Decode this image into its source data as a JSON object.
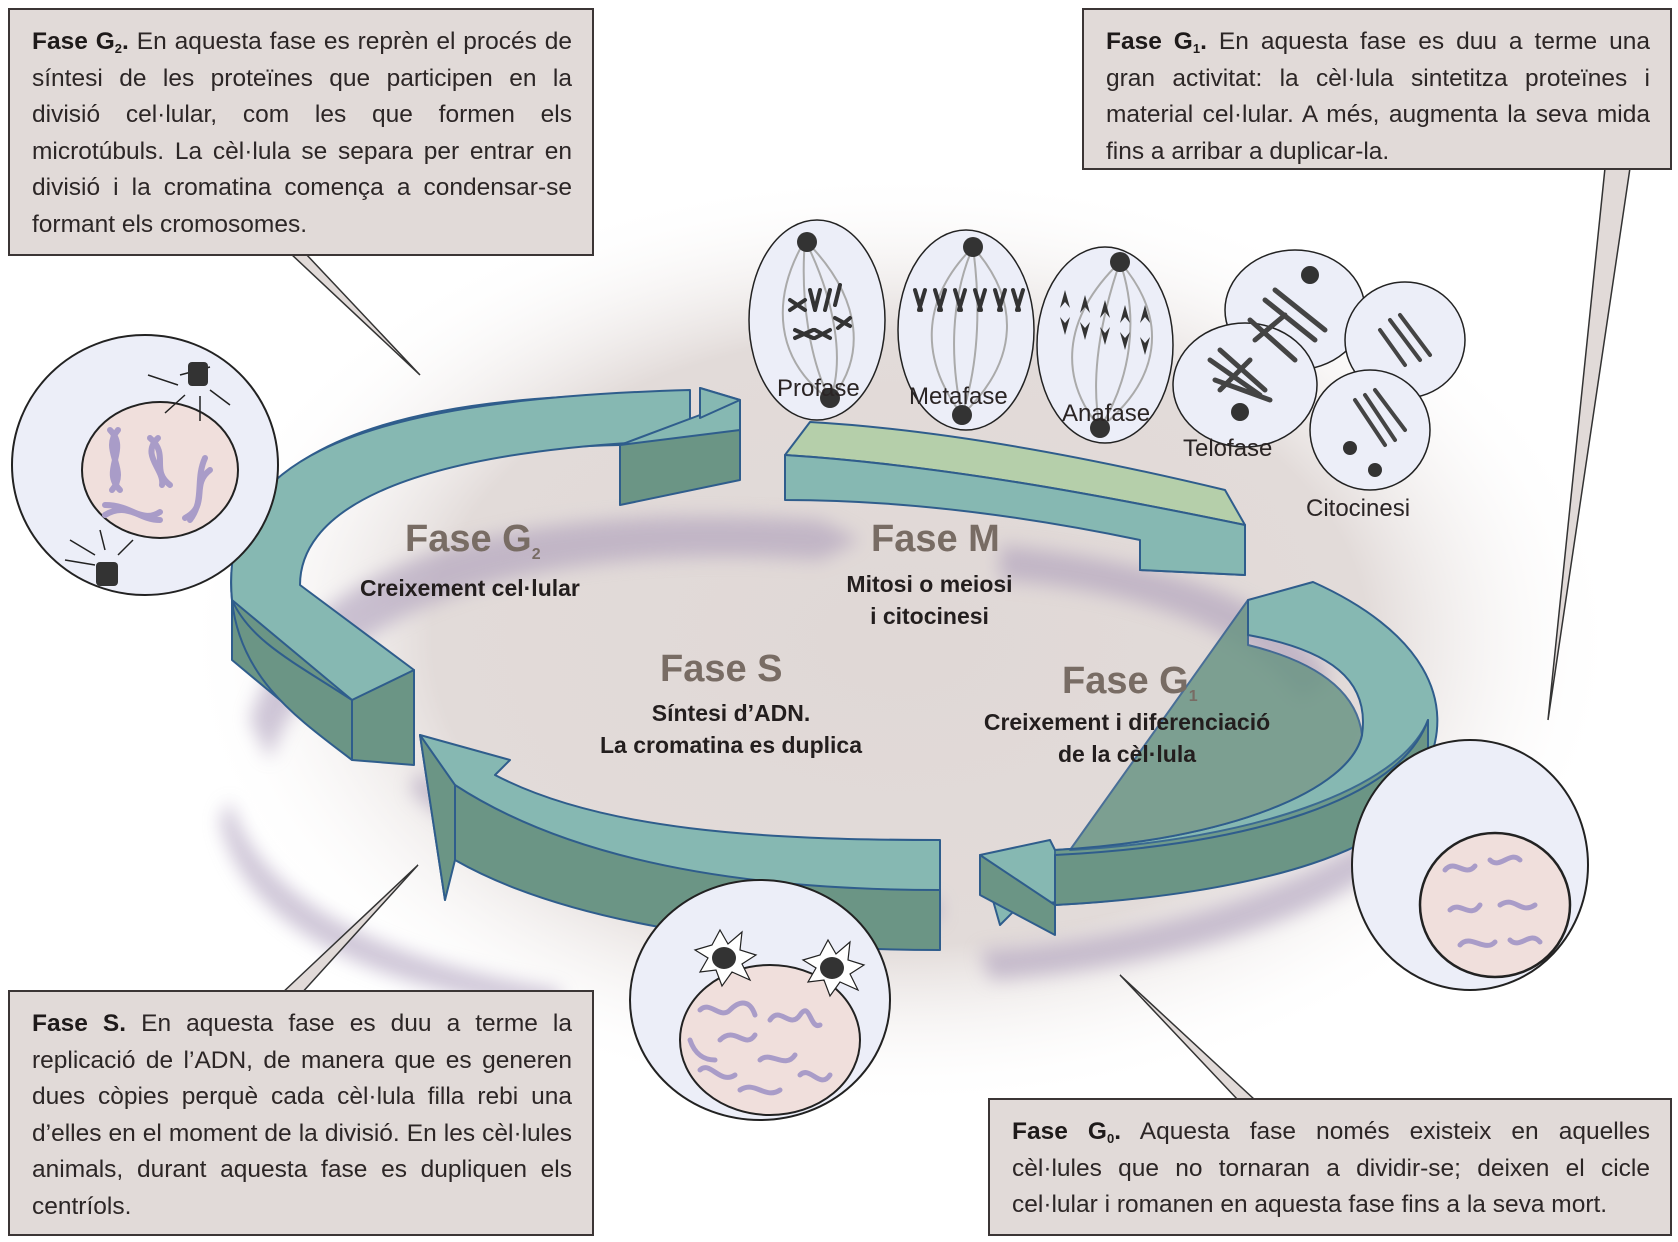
{
  "callouts": {
    "g2": {
      "title": "Fase G",
      "subscript": "2",
      "text": "En aquesta fase es reprèn el procés de síntesi de les proteïnes que participen en la divisió cel·lular, com les que formen els microtúbuls. La cèl·lula se separa per entrar en divisió i la cromatina comença a condensar-se formant els cromosomes."
    },
    "g1": {
      "title": "Fase G",
      "subscript": "1",
      "text": "En aquesta fase es duu a terme una gran activitat: la cèl·lula sintetitza proteïnes i material cel·lular. A més, augmenta la seva mida fins a arribar a duplicar-la."
    },
    "s": {
      "title": "Fase S.",
      "subscript": "",
      "text": "En aquesta fase es duu a terme la replicació de l’ADN, de manera que es generen dues còpies perquè cada cèl·lula filla rebi una d’elles en el moment de la divisió. En les cèl·lules animals, durant aquesta fase es dupliquen els centríols."
    },
    "g0": {
      "title": "Fase G",
      "subscript": "0",
      "text": "Aquesta fase només existeix en aquelles cèl·lules que no tornaran a dividir-se; deixen el cicle cel·lular i romanen en aquesta fase fins a la seva mort."
    }
  },
  "phases": {
    "g2": {
      "title": "Fase G",
      "subscript": "2",
      "description": "Creixement cel·lular"
    },
    "m": {
      "title": "Fase M",
      "description_line1": "Mitosi o meiosi",
      "description_line2": "i citocinesi"
    },
    "s": {
      "title": "Fase S",
      "description_line1": "Síntesi d’ADN.",
      "description_line2": "La cromatina es duplica"
    },
    "g1": {
      "title": "Fase G",
      "subscript": "1",
      "description_line1": "Creixement i diferenciació",
      "description_line2": "de la cèl·lula"
    }
  },
  "mitosis_stages": [
    "Profase",
    "Metafase",
    "Anafase",
    "Telofase",
    "Citocinesi"
  ],
  "colors": {
    "arrow_top": "#86b8b2",
    "arrow_side": "#6b9585",
    "arrow_m_top": "#b5cfaa",
    "arrow_outline": "#2f5d8c",
    "callout_bg": "#e1dad8",
    "phase_title": "#786c64",
    "nucleus": "#f0dfdc",
    "chromatin": "#a99cc8",
    "cell": "#eceef8"
  }
}
